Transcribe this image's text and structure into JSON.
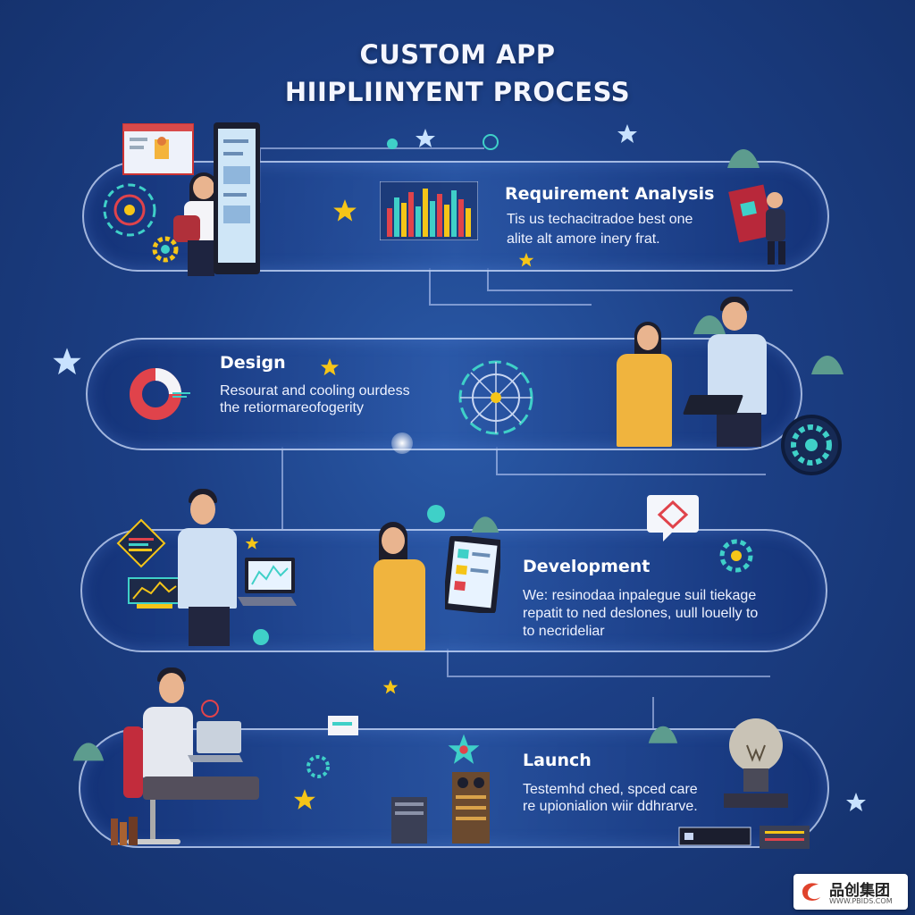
{
  "header": {
    "title_line1": "CUSTOM APP",
    "title_line2": "HIIPLIINYENT PROCESS"
  },
  "steps": [
    {
      "title": "Requirement Analysis",
      "desc_line1": "Tis us techacitradoe best one",
      "desc_line2": "alite alt amore inery frat."
    },
    {
      "title": "Design",
      "desc_line1": "Resourat and cooling ourdess",
      "desc_line2": "the retiormareofogerity"
    },
    {
      "title": "Development",
      "desc_line1": "We: resinodaa inpalegue suil tiekage",
      "desc_line2": "repatit to ned deslones, uull louelly to",
      "desc_line3": "to necrideliar"
    },
    {
      "title": "Launch",
      "desc_line1": "Testemhd ched, spced care",
      "desc_line2": "re upionialion wiir ddhrarve."
    }
  ],
  "watermark": {
    "brand": "品创集团",
    "url": "WWW.PBIDS.COM"
  },
  "colors": {
    "accent_star": "#f5c518",
    "teal": "#3fd0c8",
    "band_border": "#d2e1ff",
    "red_chart": "#e0434b"
  }
}
